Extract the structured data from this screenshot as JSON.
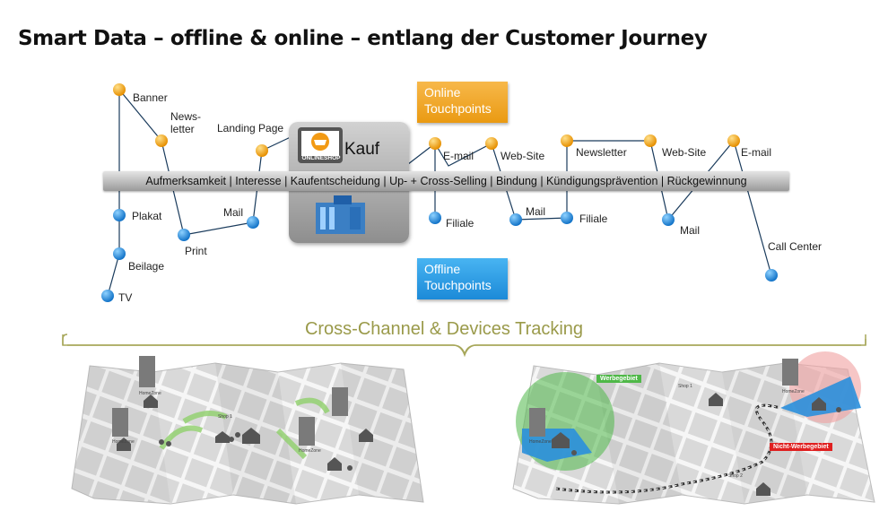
{
  "title": "Smart Data – offline & online – entlang der Customer Journey",
  "journey_bar": "Aufmerksamkeit | Interesse | Kaufentscheidung  | Up- + Cross-Selling | Bindung | Kündigungsprävention | Rückgewinnung",
  "online_box": "Online Touchpoints",
  "offline_box": "Offline Touchpoints",
  "kauf": "Kauf",
  "online_shop": "ONLINESHOP",
  "tracking_label": "Cross-Channel & Devices Tracking",
  "online_touchpoints": {
    "banner": "Banner",
    "newsletter_1": "News-\nletter",
    "landing_page": "Landing Page",
    "email_1": "E-mail",
    "website_1": "Web-Site",
    "newsletter_2": "Newsletter",
    "website_2": "Web-Site",
    "email_2": "E-mail"
  },
  "offline_touchpoints": {
    "plakat": "Plakat",
    "beilage": "Beilage",
    "tv": "TV",
    "print": "Print",
    "mail_1": "Mail",
    "filiale_1": "Filiale",
    "mail_2": "Mail",
    "filiale_2": "Filiale",
    "mail_3": "Mail",
    "call_center": "Call Center"
  },
  "map_left": {
    "labels": [
      "HomeZone",
      "HomeZone",
      "HomeZone",
      "Shop 1"
    ]
  },
  "map_right": {
    "werbegebiet": "Werbegebiet",
    "nicht_werbegebiet": "Nicht-Werbegebiet",
    "labels": [
      "HomeZone",
      "HomeZone",
      "Shop 1",
      "Shop 2"
    ]
  },
  "colors": {
    "online": "#f2a516",
    "offline": "#1e8fdc",
    "tracking": "#9a9a4a",
    "werbegebiet": "#4fb848",
    "nicht_werbegebiet": "#e02020"
  }
}
